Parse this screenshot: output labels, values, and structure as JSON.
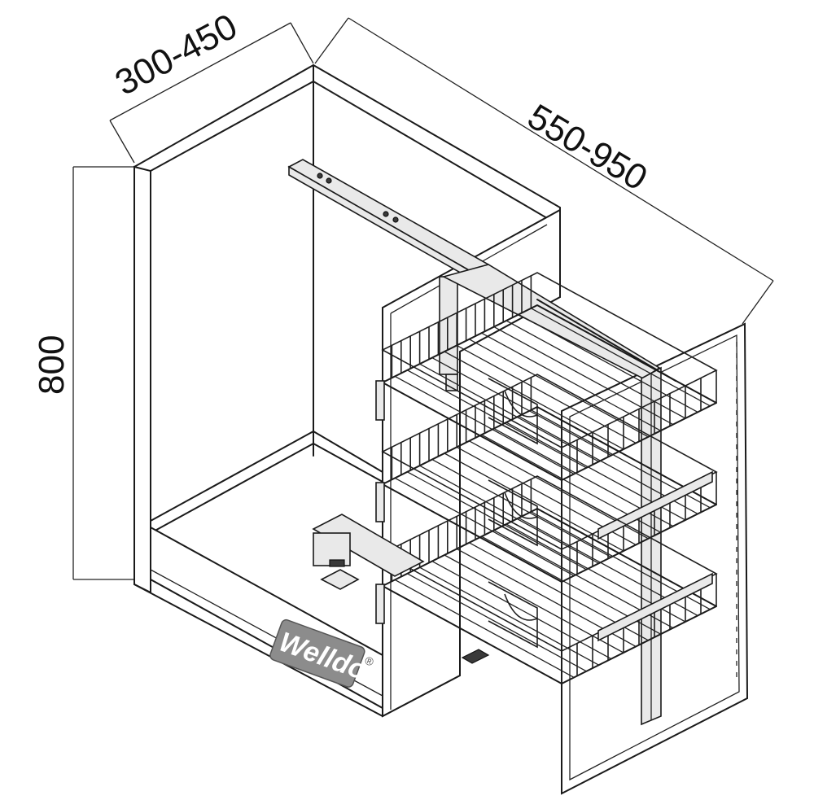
{
  "dimensions": {
    "depth": "300-450",
    "width": "550-950",
    "height": "800"
  },
  "watermark": {
    "brand": "Welldo",
    "mark": "®"
  },
  "colors": {
    "line": "#1a1a1a",
    "background": "#ffffff",
    "logo_fill": "#8c8c8c"
  }
}
